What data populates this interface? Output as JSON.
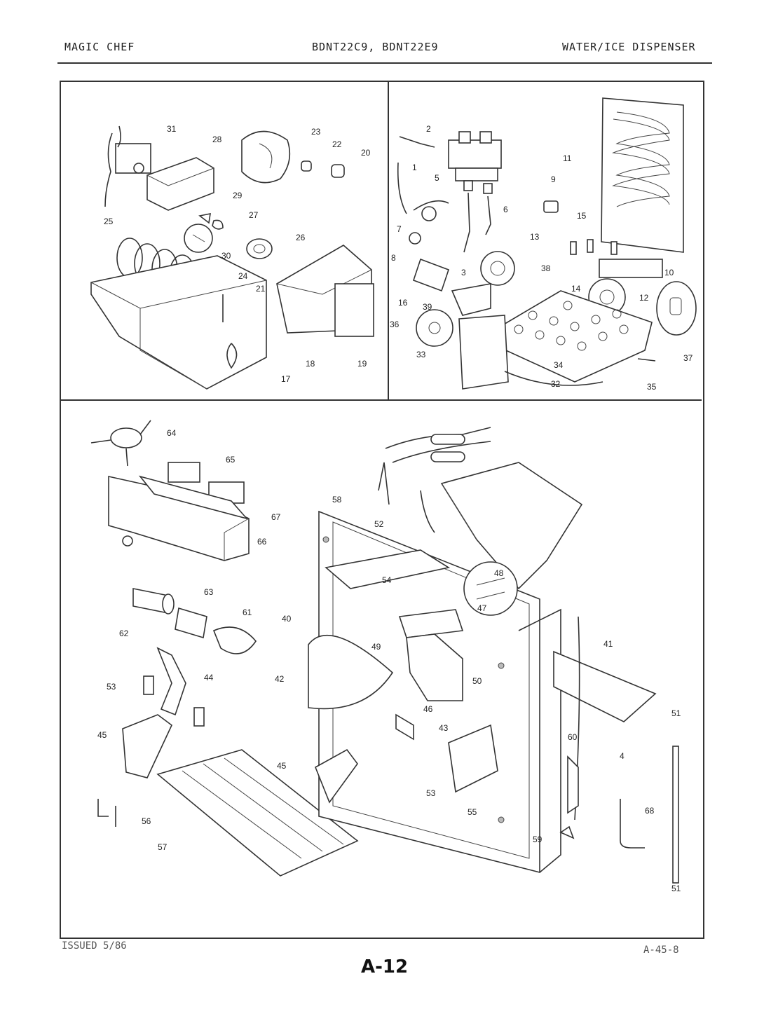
{
  "header": {
    "brand": "MAGIC CHEF",
    "models": "BDNT22C9, BDNT22E9",
    "section": "WATER/ICE DISPENSER"
  },
  "footer": {
    "issued": "ISSUED 5/86",
    "code": "A-45-8",
    "page": "A-12"
  },
  "callouts": {
    "panel_top_left": [
      "31",
      "28",
      "23",
      "22",
      "20",
      "29",
      "27",
      "25",
      "30",
      "26",
      "24",
      "21",
      "17",
      "18",
      "19"
    ],
    "panel_top_right": [
      "2",
      "1",
      "5",
      "6",
      "9",
      "11",
      "7",
      "8",
      "13",
      "3",
      "15",
      "38",
      "16",
      "14",
      "10",
      "12",
      "39",
      "36",
      "33",
      "34",
      "32",
      "37",
      "35"
    ],
    "panel_bottom": [
      "64",
      "65",
      "67",
      "66",
      "58",
      "52",
      "54",
      "48",
      "47",
      "40",
      "63",
      "61",
      "62",
      "49",
      "44",
      "53",
      "42",
      "46",
      "50",
      "41",
      "45",
      "43",
      "51",
      "60",
      "4",
      "55",
      "68",
      "56",
      "57",
      "59"
    ]
  }
}
